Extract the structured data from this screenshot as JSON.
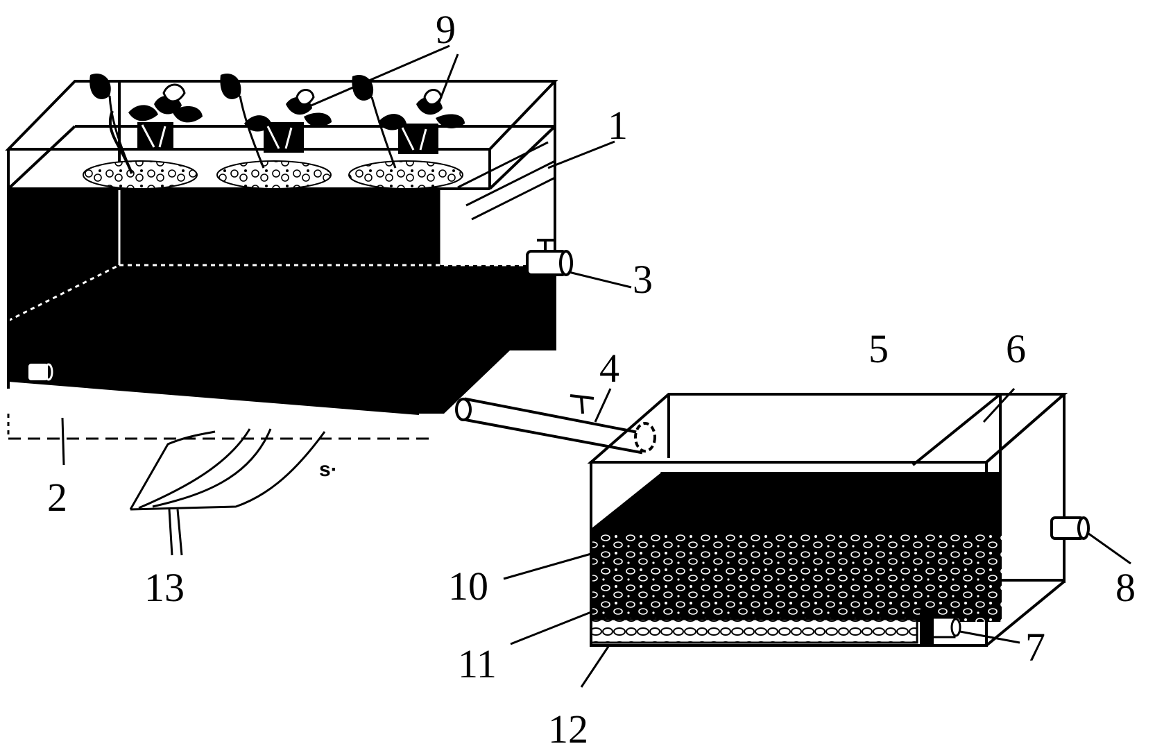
{
  "labels": {
    "n1": "1",
    "n2": "2",
    "n3": "3",
    "n4": "4",
    "n5": "5",
    "n6": "6",
    "n7": "7",
    "n8": "8",
    "n9": "9",
    "n10": "10",
    "n11": "11",
    "n12": "12",
    "n13": "13",
    "s_mark": "s·"
  },
  "colors": {
    "ink": "#000000",
    "paper": "#ffffff"
  }
}
